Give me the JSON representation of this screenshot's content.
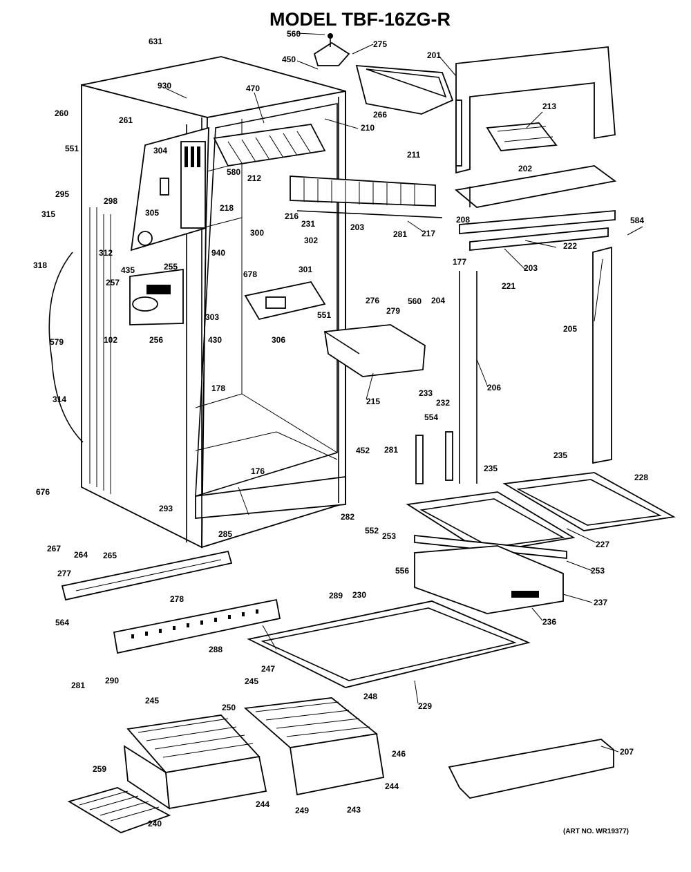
{
  "title": "MODEL TBF-16ZG-R",
  "art_number": "(ART NO. WR19377)",
  "callouts": [
    {
      "label": "631"
    },
    {
      "label": "560"
    },
    {
      "label": "275"
    },
    {
      "label": "450"
    },
    {
      "label": "201"
    },
    {
      "label": "930"
    },
    {
      "label": "470"
    },
    {
      "label": "266"
    },
    {
      "label": "213"
    },
    {
      "label": "260"
    },
    {
      "label": "261"
    },
    {
      "label": "210"
    },
    {
      "label": "551"
    },
    {
      "label": "304"
    },
    {
      "label": "580"
    },
    {
      "label": "212"
    },
    {
      "label": "211"
    },
    {
      "label": "202"
    },
    {
      "label": "295"
    },
    {
      "label": "298"
    },
    {
      "label": "218"
    },
    {
      "label": "305"
    },
    {
      "label": "216"
    },
    {
      "label": "315"
    },
    {
      "label": "300"
    },
    {
      "label": "231"
    },
    {
      "label": "203"
    },
    {
      "label": "281"
    },
    {
      "label": "217"
    },
    {
      "label": "208"
    },
    {
      "label": "584"
    },
    {
      "label": "312"
    },
    {
      "label": "302"
    },
    {
      "label": "177"
    },
    {
      "label": "222"
    },
    {
      "label": "318"
    },
    {
      "label": "435"
    },
    {
      "label": "940"
    },
    {
      "label": "203"
    },
    {
      "label": "221"
    },
    {
      "label": "255"
    },
    {
      "label": "678"
    },
    {
      "label": "301"
    },
    {
      "label": "257"
    },
    {
      "label": "276"
    },
    {
      "label": "560"
    },
    {
      "label": "204"
    },
    {
      "label": "279"
    },
    {
      "label": "102"
    },
    {
      "label": "303"
    },
    {
      "label": "551"
    },
    {
      "label": "205"
    },
    {
      "label": "256"
    },
    {
      "label": "306"
    },
    {
      "label": "579"
    },
    {
      "label": "430"
    },
    {
      "label": "206"
    },
    {
      "label": "178"
    },
    {
      "label": "215"
    },
    {
      "label": "314"
    },
    {
      "label": "233"
    },
    {
      "label": "232"
    },
    {
      "label": "554"
    },
    {
      "label": "235"
    },
    {
      "label": "452"
    },
    {
      "label": "281"
    },
    {
      "label": "176"
    },
    {
      "label": "235"
    },
    {
      "label": "228"
    },
    {
      "label": "676"
    },
    {
      "label": "293"
    },
    {
      "label": "282"
    },
    {
      "label": "552"
    },
    {
      "label": "253"
    },
    {
      "label": "227"
    },
    {
      "label": "285"
    },
    {
      "label": "267"
    },
    {
      "label": "264"
    },
    {
      "label": "265"
    },
    {
      "label": "556"
    },
    {
      "label": "253"
    },
    {
      "label": "277"
    },
    {
      "label": "278"
    },
    {
      "label": "289"
    },
    {
      "label": "230"
    },
    {
      "label": "237"
    },
    {
      "label": "236"
    },
    {
      "label": "564"
    },
    {
      "label": "288"
    },
    {
      "label": "281"
    },
    {
      "label": "290"
    },
    {
      "label": "229"
    },
    {
      "label": "247"
    },
    {
      "label": "245"
    },
    {
      "label": "248"
    },
    {
      "label": "245"
    },
    {
      "label": "250"
    },
    {
      "label": "207"
    },
    {
      "label": "246"
    },
    {
      "label": "259"
    },
    {
      "label": "244"
    },
    {
      "label": "249"
    },
    {
      "label": "244"
    },
    {
      "label": "243"
    },
    {
      "label": "240"
    }
  ]
}
